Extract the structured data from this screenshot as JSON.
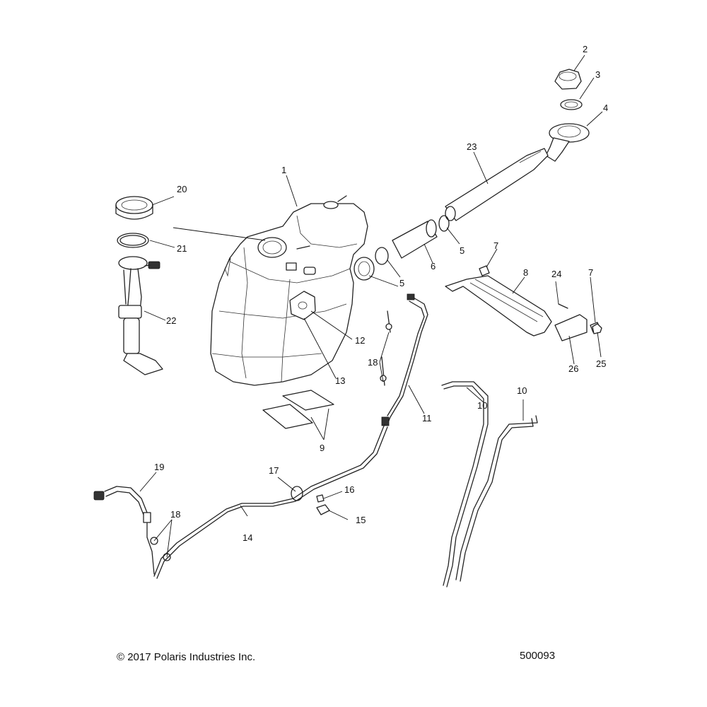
{
  "labels": {
    "l1": "1",
    "l2": "2",
    "l3": "3",
    "l4": "4",
    "l5a": "5",
    "l5b": "5",
    "l6": "6",
    "l7a": "7",
    "l7b": "7",
    "l8": "8",
    "l9": "9",
    "l10a": "10",
    "l10b": "10",
    "l11": "11",
    "l12": "12",
    "l13": "13",
    "l14": "14",
    "l15": "15",
    "l16": "16",
    "l17": "17",
    "l18a": "18",
    "l18b": "18",
    "l19": "19",
    "l20": "20",
    "l21": "21",
    "l22": "22",
    "l23": "23",
    "l24": "24",
    "l25": "25",
    "l26": "26"
  },
  "footer": {
    "copyright": "© 2017 Polaris Industries Inc.",
    "diagram_number": "500093"
  }
}
